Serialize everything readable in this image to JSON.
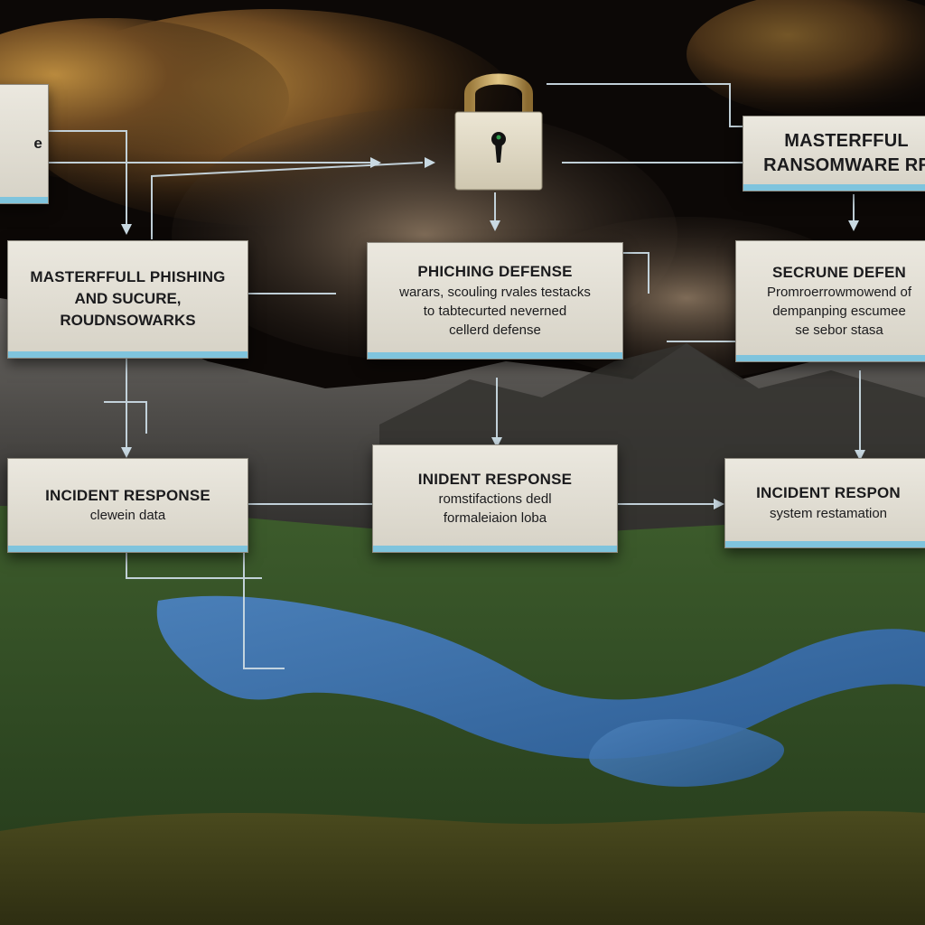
{
  "top": {
    "ransomware_box": {
      "line1": "MASTERFFUL",
      "line2": "RANSOMWARE RF"
    }
  },
  "row1": {
    "left": {
      "line1": "MASTERFFULL PHISHING",
      "line2": "AND SUCURE,",
      "line3": "ROUDNSOWARKS"
    },
    "middle": {
      "title": "PHICHING DEFENSE",
      "body1": "warars,  scouling rvales testacks",
      "body2": "to tabtecurted neverned",
      "body3": "cellerd defense"
    },
    "right": {
      "title": "SECRUNE DEFEN",
      "body1": "Promroerrowmowend of",
      "body2": "dempanping escumee",
      "body3": "se sebor stasa"
    }
  },
  "row2": {
    "left": {
      "title": "INCIDENT RESPONSE",
      "body": "clewein  data"
    },
    "middle": {
      "title": "INIDENT RESPONSE",
      "body1": "romstifactions dedl",
      "body2": "formaleiaion loba"
    },
    "right": {
      "title": "INCIDENT RESPON",
      "body": "system restamation"
    }
  },
  "edge_box": {
    "text": "e"
  },
  "icons": {
    "lock": "padlock-icon"
  },
  "colors": {
    "accent": "#7fc4dd",
    "card": "#e3e0d7",
    "connector": "#c9d9e2",
    "river": "#3a6ea8",
    "forest": "#2f4a22",
    "mountain": "#3f3d3a",
    "sky": "#0c0806"
  }
}
